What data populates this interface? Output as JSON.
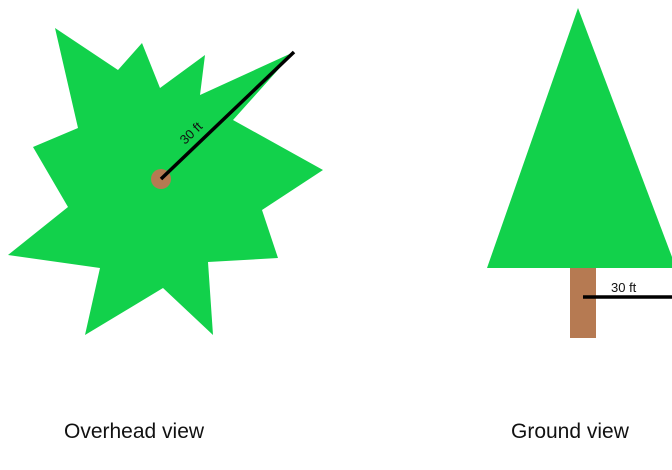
{
  "overhead": {
    "caption": "Overhead view",
    "radius_label": "30 ft"
  },
  "ground": {
    "caption": "Ground view",
    "radius_label": "30 ft"
  },
  "colors": {
    "canopy": "#12d14b",
    "trunk": "#b67a52",
    "line": "#000000"
  }
}
